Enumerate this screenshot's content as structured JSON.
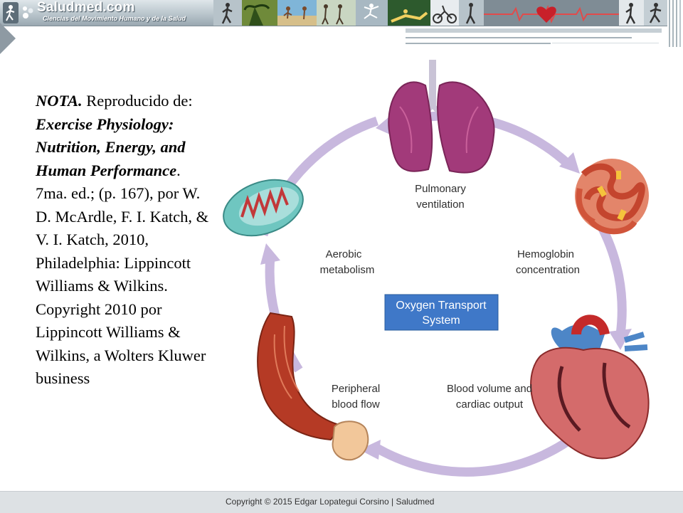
{
  "banner": {
    "site_name": "Saludmed",
    "site_tld": ".com",
    "tagline": "Ciencias del Movimiento Humano y de la Salud"
  },
  "note": {
    "nota": "NOTA.",
    "reproducido": " Reproducido de: ",
    "book_title": "Exercise Physiology: Nutrition, Energy, and Human Performance",
    "citation": ". 7ma. ed.; (p. 167), por W. D. McArdle, F. I. Katch, & V. I. Katch, 2010, Philadelphia: Lippincott Williams & Wilkins. Copyright 2010 por Lippincott Williams & Wilkins, a Wolters Kluwer business"
  },
  "diagram": {
    "center_label_line1": "Oxygen Transport",
    "center_label_line2": "System",
    "labels": {
      "pulmonary_1": "Pulmonary",
      "pulmonary_2": "ventilation",
      "hemoglobin_1": "Hemoglobin",
      "hemoglobin_2": "concentration",
      "blood_1": "Blood volume and",
      "blood_2": "cardiac output",
      "peripheral_1": "Peripheral",
      "peripheral_2": "blood flow",
      "aerobic_1": "Aerobic",
      "aerobic_2": "metabolism"
    },
    "colors": {
      "cycle": "#c7b6dc",
      "center_box": "#3f78c8",
      "label": "#2f2f2f"
    }
  },
  "footer": {
    "copyright": "Copyright © 2015 Edgar Lopategui Corsino | Saludmed"
  }
}
